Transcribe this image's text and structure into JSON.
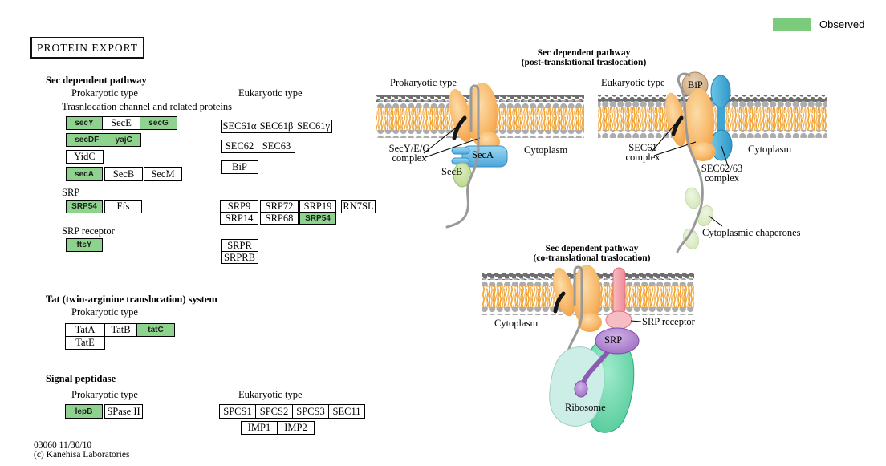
{
  "title": "PROTEIN EXPORT",
  "legend": {
    "observed": "Observed"
  },
  "footer": {
    "line1": "03060 11/30/10",
    "line2": "(c) Kanehisa Laboratories"
  },
  "colors": {
    "observed_green": "#7CCB7C",
    "gene_box_green": "#8DD38D",
    "membrane_orange": "#F5A42C",
    "translocon_orange": "#F29B3B",
    "seca_blue": "#4DA5DA",
    "sec6263_blue": "#2E97C8",
    "bip_tan": "#C3A074",
    "srp_receptor_pink": "#EE8A96",
    "srp_purple": "#9464BE",
    "ribosome_teal": "#55CC9C",
    "chain_gray": "#999999"
  },
  "sections": {
    "sec_heading": "Sec dependent pathway",
    "prokaryotic": "Prokaryotic type",
    "channel_note": "Trasnlocation channel and related proteins",
    "eukaryotic": "Eukaryotic type",
    "srp": "SRP",
    "srp_receptor": "SRP receptor",
    "tat_heading": "Tat (twin-arginine translocation) system",
    "tat_prokaryotic": "Prokaryotic type",
    "sp_heading": "Signal peptidase",
    "sp_prokaryotic": "Prokaryotic type",
    "sp_eukaryotic": "Eukaryotic type"
  },
  "genes": {
    "secY": "secY",
    "SecE": "SecE",
    "secG": "secG",
    "secDF": "secDF",
    "yajC": "yajC",
    "YidC": "YidC",
    "secA": "secA",
    "SecB": "SecB",
    "SecM": "SecM",
    "SRP54_prok": "SRP54",
    "Ffs": "Ffs",
    "ftsY": "ftsY",
    "SEC61A": "SEC61α",
    "SEC61B": "SEC61β",
    "SEC61G": "SEC61γ",
    "SEC62": "SEC62",
    "SEC63": "SEC63",
    "BiP": "BiP",
    "SRP9": "SRP9",
    "SRP14": "SRP14",
    "SRP72": "SRP72",
    "SRP68": "SRP68",
    "SRP19": "SRP19",
    "SRP54_euk": "SRP54",
    "RN7SL": "RN7SL",
    "SRPR": "SRPR",
    "SRPRB": "SRPRB",
    "TatA": "TatA",
    "TatB": "TatB",
    "tatC": "tatC",
    "TatE": "TatE",
    "lepB": "lepB",
    "SPaseII": "SPase II",
    "SPCS1": "SPCS1",
    "SPCS2": "SPCS2",
    "SPCS3": "SPCS3",
    "SEC11": "SEC11",
    "IMP1": "IMP1",
    "IMP2": "IMP2"
  },
  "diagram_prok": {
    "type_label": "Prokaryotic type",
    "complex_line1": "SecY/E/G",
    "complex_line2": "complex",
    "cytoplasm": "Cytoplasm",
    "seca": "SecA",
    "secb": "SecB"
  },
  "diagram_post": {
    "heading1": "Sec dependent pathway",
    "heading2": "(post-translational traslocation)",
    "type_label": "Eukaryotic type",
    "bip": "BiP",
    "sec61_line1": "SEC61",
    "sec61_line2": "complex",
    "cytoplasm": "Cytoplasm",
    "sec6263_line1": "SEC62/63",
    "sec6263_line2": "complex",
    "chaperones": "Cytoplasmic chaperones"
  },
  "diagram_co": {
    "heading1": "Sec dependent pathway",
    "heading2": "(co-translational traslocation)",
    "cytoplasm": "Cytoplasm",
    "srp_receptor": "SRP receptor",
    "srp": "SRP",
    "ribosome": "Ribosome"
  }
}
